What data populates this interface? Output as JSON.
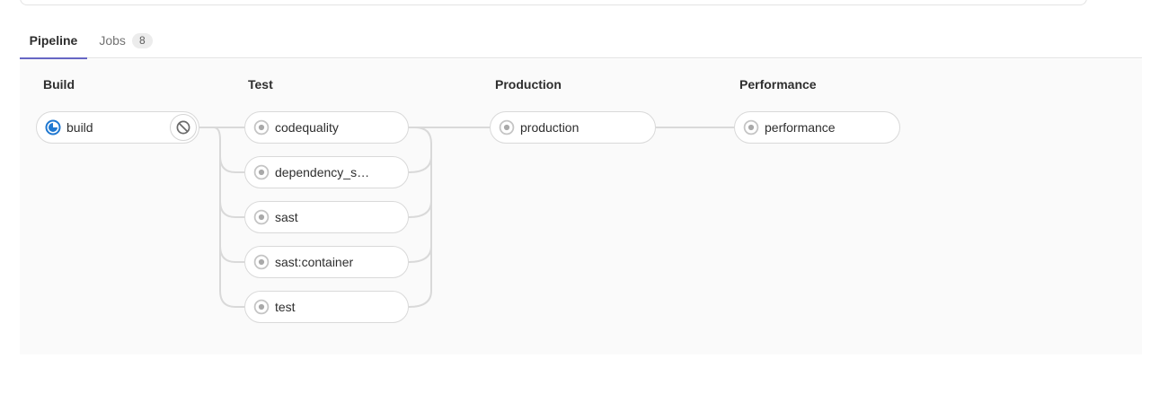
{
  "tabs": [
    {
      "label": "Pipeline",
      "active": true
    },
    {
      "label": "Jobs",
      "badge": "8",
      "active": false
    }
  ],
  "stages": [
    {
      "name": "Build",
      "jobs": [
        {
          "label": "build",
          "status": "running",
          "action": "cancel"
        }
      ]
    },
    {
      "name": "Test",
      "jobs": [
        {
          "label": "codequality",
          "status": "created"
        },
        {
          "label": "dependency_s…",
          "status": "created"
        },
        {
          "label": "sast",
          "status": "created"
        },
        {
          "label": "sast:container",
          "status": "created"
        },
        {
          "label": "test",
          "status": "created"
        }
      ]
    },
    {
      "name": "Production",
      "jobs": [
        {
          "label": "production",
          "status": "created"
        }
      ]
    },
    {
      "name": "Performance",
      "jobs": [
        {
          "label": "performance",
          "status": "created"
        }
      ]
    }
  ],
  "icons": {
    "running": "running-spinner-icon",
    "created": "created-dot-icon",
    "cancel": "ban-icon"
  },
  "colors": {
    "tab_active_underline": "#6666c4",
    "running_blue": "#1f78d1",
    "created_gray_ring": "#c5c5c5",
    "created_gray_dot": "#a9a9a9",
    "connector": "#d9d9d9",
    "graph_background": "#fafafa",
    "pill_border": "#d9d9d9"
  }
}
